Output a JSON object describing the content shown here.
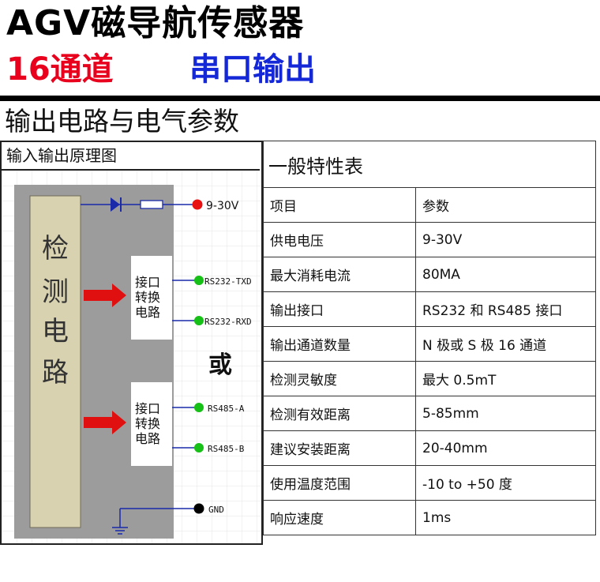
{
  "header": {
    "title": "AGV磁导航传感器",
    "channels": "16通道",
    "output": "串口输出"
  },
  "section_title": "输出电路与电气参数",
  "diagram": {
    "caption": "输入输出原理图",
    "detect_chars": [
      "检",
      "测",
      "电",
      "路"
    ],
    "converter_1": [
      "接口",
      "转换",
      "电路"
    ],
    "converter_2": [
      "接口",
      "转换",
      "电路"
    ],
    "or_label": "或",
    "terminals": {
      "power": "9-30V",
      "txd": "RS232-TXD",
      "rxd": "RS232-RXD",
      "rs485a": "RS485-A",
      "rs485b": "RS485-B",
      "gnd": "GND"
    }
  },
  "spec_table": {
    "title": "一般特性表",
    "header": [
      "项目",
      "参数"
    ],
    "rows": [
      [
        "供电电压",
        "9-30V"
      ],
      [
        "最大消耗电流",
        "80MA"
      ],
      [
        "输出接口",
        "RS232 和 RS485 接口"
      ],
      [
        "输出通道数量",
        "N 极或 S 极 16 通道"
      ],
      [
        "检测灵敏度",
        "最大 0.5mT"
      ],
      [
        "检测有效距离",
        "5-85mm"
      ],
      [
        "建议安装距离",
        "20-40mm"
      ],
      [
        "使用温度范围",
        "-10 to +50 度"
      ],
      [
        "响应速度",
        "1ms"
      ]
    ]
  },
  "colors": {
    "title_red": "#e8001c",
    "title_blue": "#1528d8",
    "terminal_power": "#e81010",
    "terminal_signal": "#16c016",
    "terminal_gnd": "#000000",
    "arrow": "#e01010",
    "detect_block": "#d8d2b0",
    "board": "#9c9c9c"
  }
}
